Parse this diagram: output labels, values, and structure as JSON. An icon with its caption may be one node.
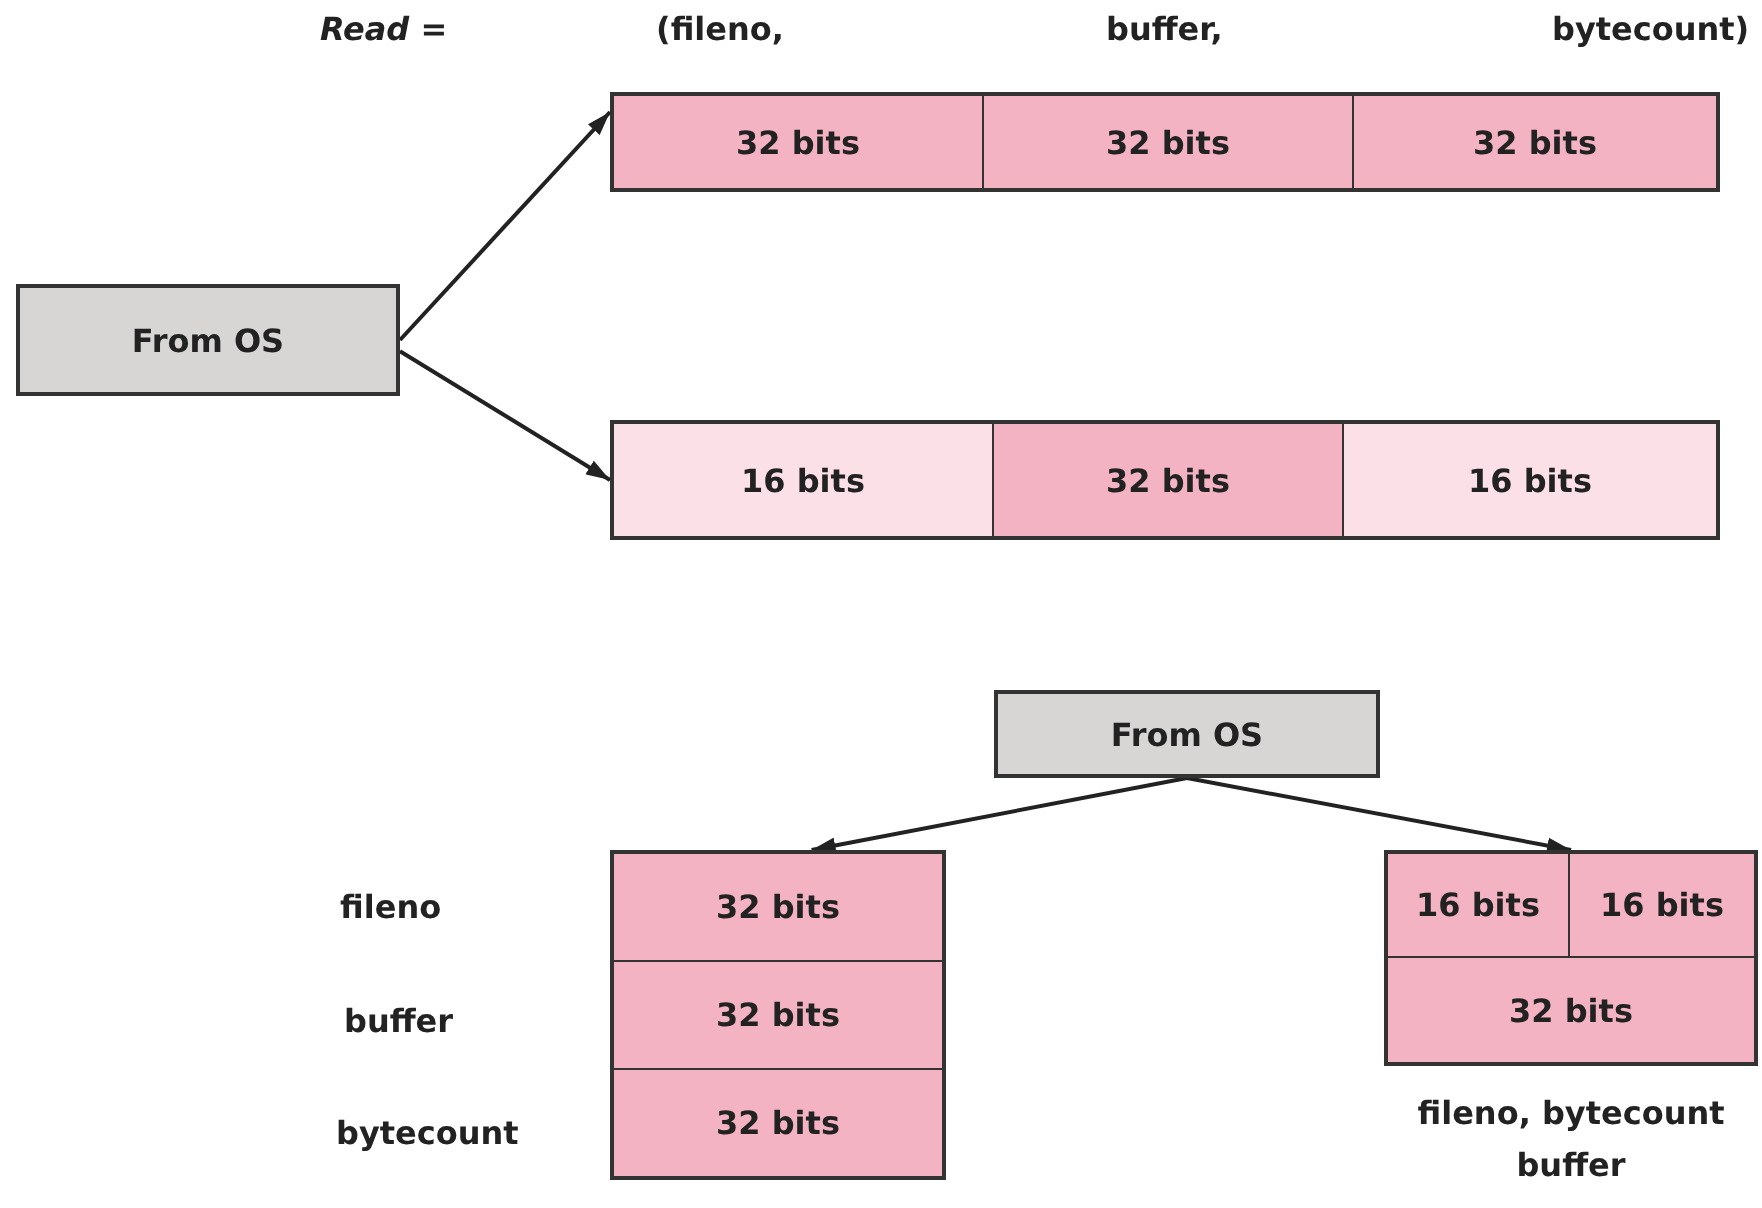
{
  "diagram": {
    "nodes": [
      {
        "text": [
          "From OS"
        ]
      },
      {
        "text": [],
        "shape": "box"
      },
      {
        "text": [
          "32 bits"
        ],
        "in": 1
      },
      {
        "text": [
          "32 bits"
        ],
        "in": 1
      },
      {
        "text": [
          "32 bits"
        ],
        "in": 1
      },
      {
        "text": [],
        "shape": "box"
      },
      {
        "text": [
          "16 bits"
        ],
        "in": 5
      },
      {
        "text": [
          "32 bits"
        ],
        "in": 5
      },
      {
        "text": [
          "16 bits"
        ],
        "in": 5
      },
      {
        "text": [
          "From OS"
        ]
      },
      {
        "text": [],
        "shape": "box"
      },
      {
        "text": [
          "32 bits"
        ],
        "in": 10
      },
      {
        "text": [
          "32 bits"
        ],
        "in": 10
      },
      {
        "text": [
          "32 bits"
        ],
        "in": 10
      },
      {
        "text": [],
        "shape": "box",
        "beside": [
          "fileno, bytecount",
          "buffer"
        ]
      },
      {
        "text": [
          "16 bits"
        ],
        "in": 14
      },
      {
        "text": [
          "16 bits"
        ],
        "in": 14
      },
      {
        "text": [
          "32 bits"
        ],
        "in": 14
      }
    ],
    "edges": [
      {
        "from": 0,
        "to": 1,
        "arrow": "to"
      },
      {
        "from": 0,
        "to": 5,
        "arrow": "to"
      },
      {
        "from": 9,
        "to": 10,
        "arrow": "to"
      },
      {
        "from": 9,
        "to": 14,
        "arrow": "to"
      }
    ],
    "labels": [
      "Read =",
      "(fileno,",
      "buffer,",
      "bytecount)",
      "fileno",
      "buffer",
      "bytecount"
    ]
  }
}
